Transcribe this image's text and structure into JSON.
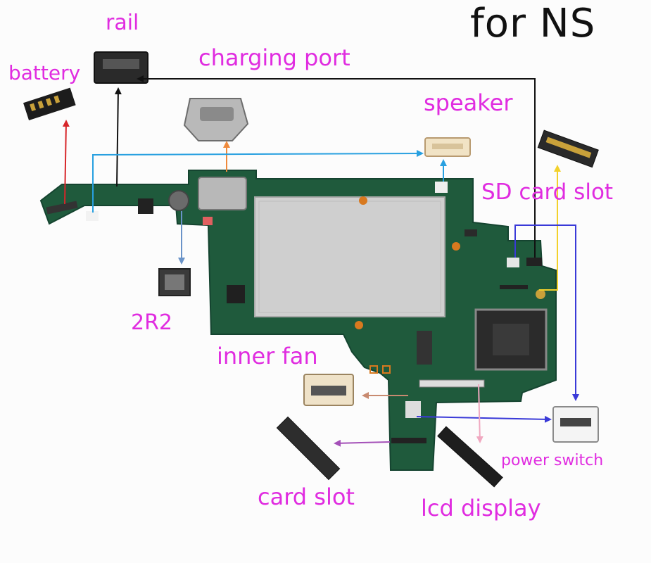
{
  "title": "for NS",
  "labels": {
    "rail": "rail",
    "battery": "battery",
    "charging_port": "charging port",
    "speaker": "speaker",
    "sd_card_slot": "SD card slot",
    "r2r2": "2R2",
    "inner_fan": "inner fan",
    "power_switch": "power switch",
    "card_slot": "card slot",
    "lcd_display": "lcd display"
  },
  "colors": {
    "label": "#e02ce0",
    "board": "#1f5a3c",
    "shield": "#cfcfcf",
    "arrow_red": "#d7262a",
    "arrow_black": "#111111",
    "arrow_orange": "#ef8a3c",
    "arrow_sky": "#28a0e0",
    "arrow_steel": "#6a93c8",
    "arrow_yellow": "#f2d12b",
    "arrow_blue": "#3a3ad8",
    "arrow_brown": "#c88a70",
    "arrow_purple": "#a450b8",
    "arrow_pink": "#f0a8c0"
  }
}
